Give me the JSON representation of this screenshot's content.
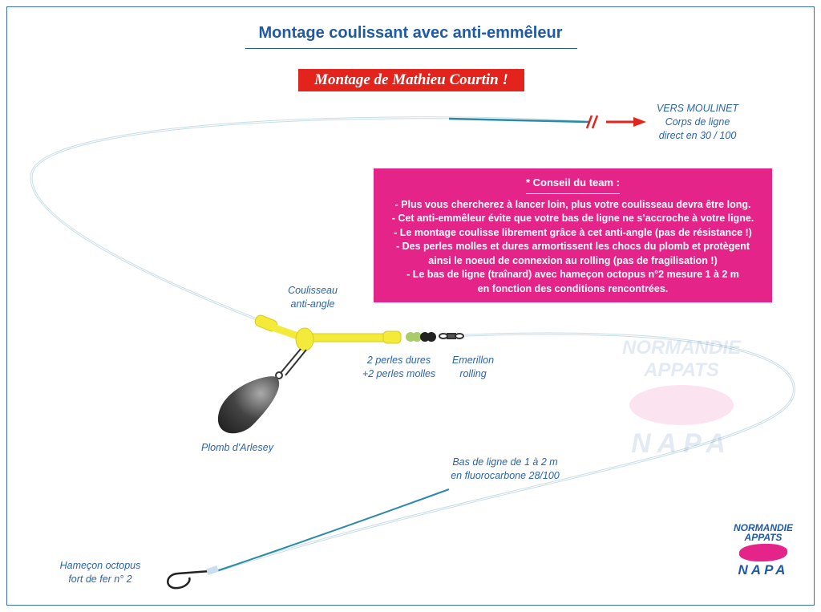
{
  "title": "Montage coulissant avec anti-emmêleur",
  "banner": "Montage de Mathieu Courtin !",
  "labels": {
    "moulinet": [
      "VERS MOULINET",
      "Corps de ligne",
      "direct en 30 / 100"
    ],
    "coulisseau": [
      "Coulisseau",
      "anti-angle"
    ],
    "perles": [
      "2 perles dures",
      "+2 perles molles"
    ],
    "emerillon": [
      "Emerillon",
      "rolling"
    ],
    "plomb": "Plomb d'Arlesey",
    "bas_de_ligne": [
      "Bas de ligne de 1 à 2 m",
      "en fluorocarbone 28/100"
    ],
    "hamecon": [
      "Hameçon octopus",
      "fort de fer n° 2"
    ]
  },
  "tip": {
    "heading": "* Conseil du team :",
    "lines": [
      "- Plus vous chercherez à lancer loin, plus votre coulisseau devra être long.",
      "- Cet anti-emmêleur évite que votre bas de ligne ne s’accroche à votre ligne.",
      "-  Le montage coulisse librement grâce à cet anti-angle (pas de résistance !)",
      "- Des perles molles et dures armortissent les chocs du plomb et protègent",
      "ainsi le noeud de connexion au rolling (pas de fragilisation !)",
      "- Le bas de ligne (traînard) avec hameçon octopus n°2 mesure 1 à 2 m",
      "en fonction des conditions rencontrées."
    ]
  },
  "logo": {
    "line1": "NORMANDIE",
    "line2": "APPATS",
    "line3": "NAPA"
  },
  "colors": {
    "title": "#1f5aa8",
    "banner": "#e3241c",
    "tip": "#e5248a",
    "line": "#9fd0de",
    "slider": "#f4ea3a"
  }
}
